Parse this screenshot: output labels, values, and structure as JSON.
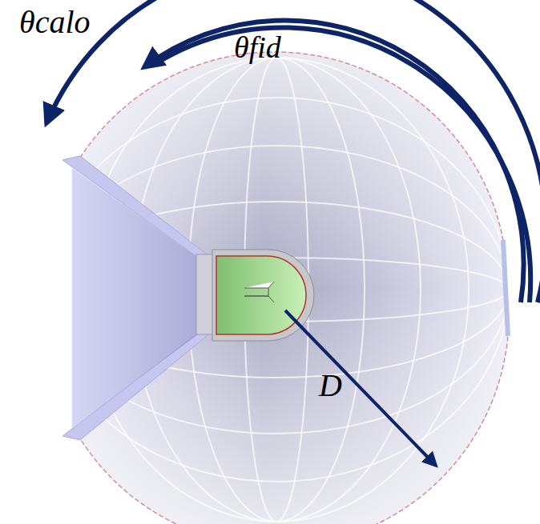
{
  "diagram": {
    "labels": [
      "θcalo",
      "θfid",
      "D"
    ]
  }
}
